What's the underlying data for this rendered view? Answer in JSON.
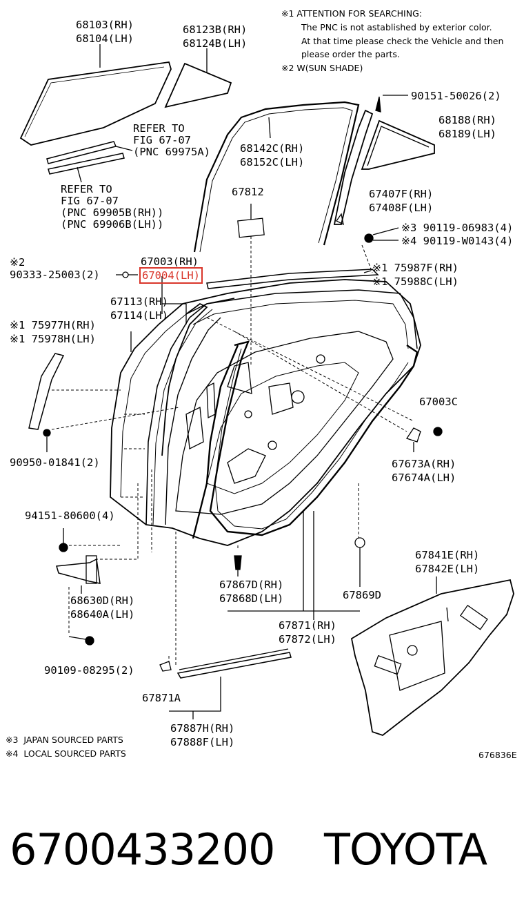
{
  "notes": {
    "n1_title": "※1 ATTENTION FOR SEARCHING:",
    "n1_line1": "The PNC is not astablished by exterior color.",
    "n1_line2": "At that time please check the Vehicle and then",
    "n1_line3": "please order the parts.",
    "n2": "※2 W(SUN SHADE)",
    "n3": "※3  JAPAN SOURCED PARTS",
    "n4": "※4  LOCAL SOURCED PARTS"
  },
  "labels": {
    "p68103": "68103(RH)",
    "p68104": "68104(LH)",
    "p68123": "68123B(RH)",
    "p68124": "68124B(LH)",
    "ref1_1": "REFER TO",
    "ref1_2": "FIG 67-07",
    "ref1_3": "(PNC 69975A)",
    "ref2_1": "REFER TO",
    "ref2_2": "FIG 67-07",
    "ref2_3": "(PNC 69905B(RH))",
    "ref2_4": "(PNC 69906B(LH))",
    "p90151": "90151-50026(2)",
    "p68188": "68188(RH)",
    "p68189": "68189(LH)",
    "p68142": "68142C(RH)",
    "p68152": "68152C(LH)",
    "p67812": "67812",
    "p67407": "67407F(RH)",
    "p67408": "67408F(LH)",
    "p90119a": "※3 90119-06983(4)",
    "p90119b": "※4 90119-W0143(4)",
    "mark2": "※2",
    "p90333": "90333-25003(2)",
    "p67003": "67003(RH)",
    "p67004": "67004(LH)",
    "p75987": "※1 75987F(RH)",
    "p75988": "※1 75988C(LH)",
    "p67113": "67113(RH)",
    "p67114": "67114(LH)",
    "p75977": "※1 75977H(RH)",
    "p75978": "※1 75978H(LH)",
    "p67003c": "67003C",
    "p90950": "90950-01841(2)",
    "p67673": "67673A(RH)",
    "p67674": "67674A(LH)",
    "p94151": "94151-80600(4)",
    "p67841": "67841E(RH)",
    "p67842": "67842E(LH)",
    "p68630": "68630D(RH)",
    "p68640": "68640A(LH)",
    "p67867": "67867D(RH)",
    "p67868": "67868D(LH)",
    "p67869": "67869D",
    "p67871": "67871(RH)",
    "p67872": "67872(LH)",
    "p90109": "90109-08295(2)",
    "p67871a": "67871A",
    "p67887": "67887H(RH)",
    "p67888": "67888F(LH)",
    "figno": "676836E"
  },
  "footer": {
    "part_number": "6700433200",
    "brand": "TOYOTA"
  },
  "colors": {
    "highlight": "#d9352a",
    "ink": "#000000"
  }
}
